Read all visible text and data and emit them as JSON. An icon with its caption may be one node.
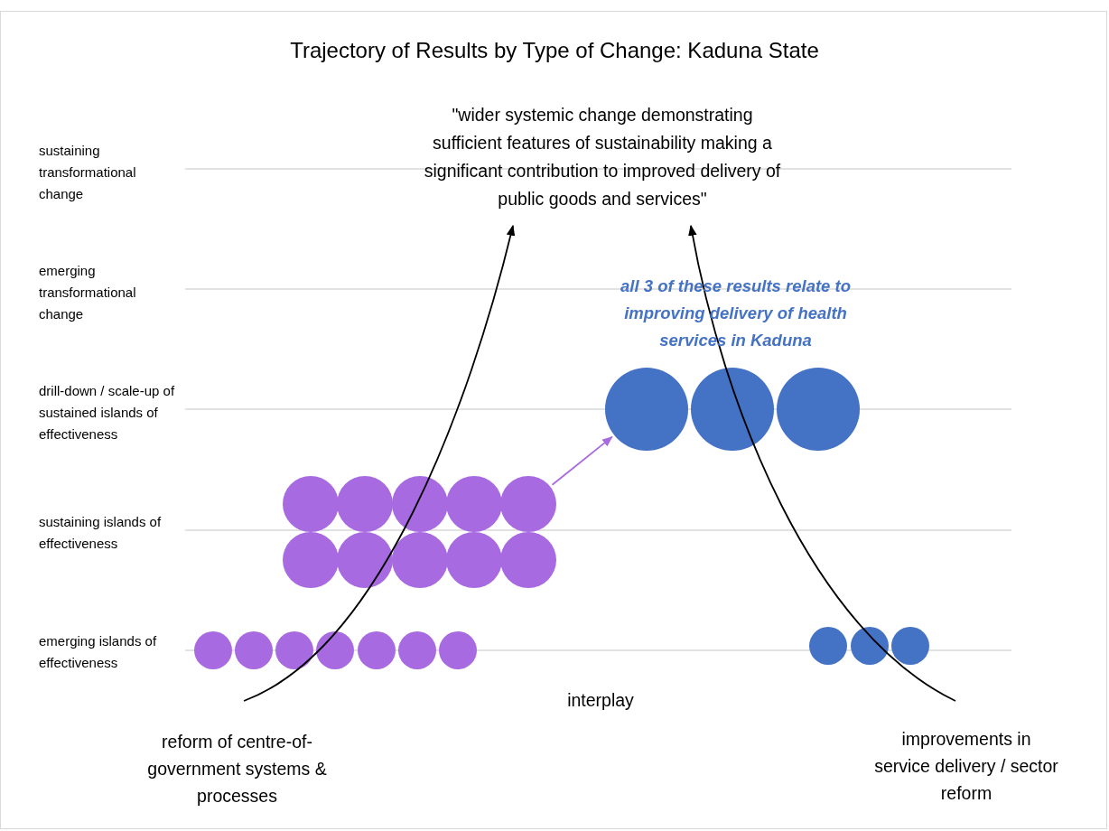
{
  "diagram": {
    "title": "Trajectory of Results by Type of Change: Kaduna State",
    "nodes": [
      {
        "text": [
          "\"wider systemic change demonstrating sufficient features of sustainability making a significant contribution to improved delivery of public goods and services\""
        ]
      },
      {
        "text": [],
        "shape": "circle"
      },
      {
        "text": [],
        "shape": "circle"
      },
      {
        "text": [],
        "shape": "circle"
      },
      {
        "text": [],
        "shape": "circle"
      },
      {
        "text": [],
        "shape": "circle"
      },
      {
        "text": [],
        "shape": "circle"
      },
      {
        "text": [],
        "shape": "circle"
      },
      {
        "text": [],
        "shape": "circle"
      },
      {
        "text": [],
        "shape": "circle"
      },
      {
        "text": [],
        "shape": "circle"
      },
      {
        "text": [],
        "shape": "circle"
      },
      {
        "text": [],
        "shape": "circle"
      },
      {
        "text": [],
        "shape": "circle"
      },
      {
        "text": [],
        "shape": "circle"
      },
      {
        "text": [],
        "shape": "circle"
      },
      {
        "text": [],
        "shape": "circle"
      },
      {
        "text": [],
        "shape": "circle"
      },
      {
        "text": [],
        "shape": "circle"
      },
      {
        "text": [],
        "shape": "circle"
      },
      {
        "text": [],
        "shape": "circle"
      },
      {
        "text": [],
        "shape": "circle"
      },
      {
        "text": [],
        "shape": "circle"
      },
      {
        "text": [],
        "shape": "circle"
      }
    ],
    "edges": [
      {
        "from": null,
        "to": 0,
        "arrow": "to"
      },
      {
        "from": null,
        "to": 0,
        "arrow": "to"
      },
      {
        "from": 8,
        "to": 1,
        "arrow": "to",
        "color": "#a86ae0"
      }
    ],
    "labels": [
      "sustaining transformational change",
      "emerging transformational change",
      "drill-down / scale-up of sustained islands of effectiveness",
      "sustaining islands of effectiveness",
      "emerging islands of effectiveness",
      "all 3 of these results relate to improving delivery of health services in Kaduna",
      "interplay",
      "reform of centre-of-government systems & processes",
      "improvements in service delivery / sector reform"
    ]
  }
}
